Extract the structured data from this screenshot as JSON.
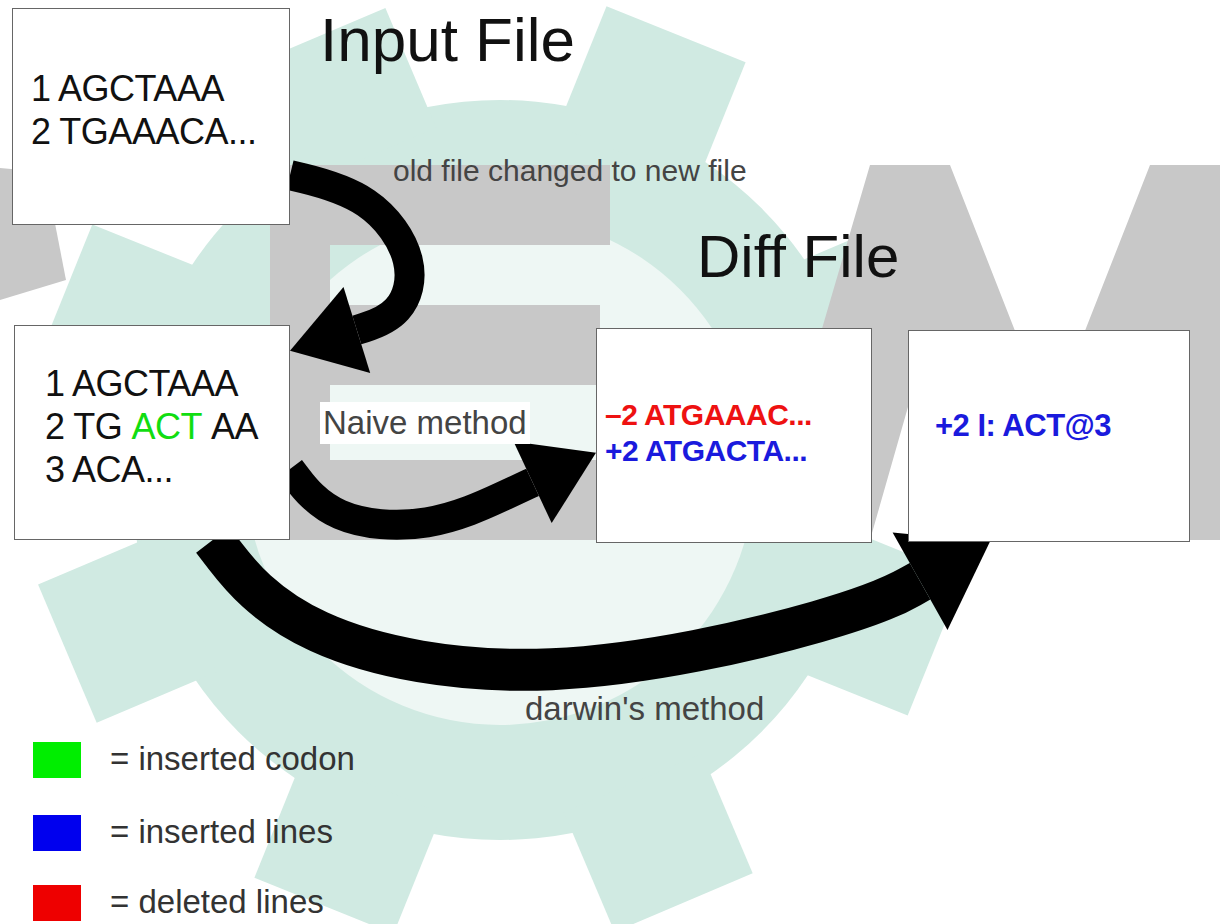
{
  "diagram": {
    "nodes": [
      {
        "text": [
          "1 AGCTAAA",
          "2 TGAAACA..."
        ]
      },
      {
        "text": [
          "1 AGCTAAA",
          "2 TG",
          "ACT",
          "AA",
          "3 ACA..."
        ]
      },
      {
        "text": [
          "–2 ATGAAAC...",
          "+2 ATGACTA..."
        ]
      },
      {
        "text": [
          "+2 I: ACT@3"
        ]
      }
    ],
    "edges": [
      {
        "from": 0,
        "to": 1,
        "arrow": "to",
        "label": "old file changed to new file"
      },
      {
        "from": 1,
        "to": 2,
        "arrow": "to",
        "label": "Naive method"
      },
      {
        "from": 1,
        "to": 3,
        "arrow": "to",
        "label": "darwin's method"
      }
    ],
    "labels": [
      "Input File",
      "Diff File"
    ],
    "legend": [
      {
        "text": "= inserted codon",
        "color": "#00ee00"
      },
      {
        "text": "= inserted lines",
        "color": "#0000ee"
      },
      {
        "text": "= deleted lines",
        "color": "#ee0000"
      }
    ]
  }
}
